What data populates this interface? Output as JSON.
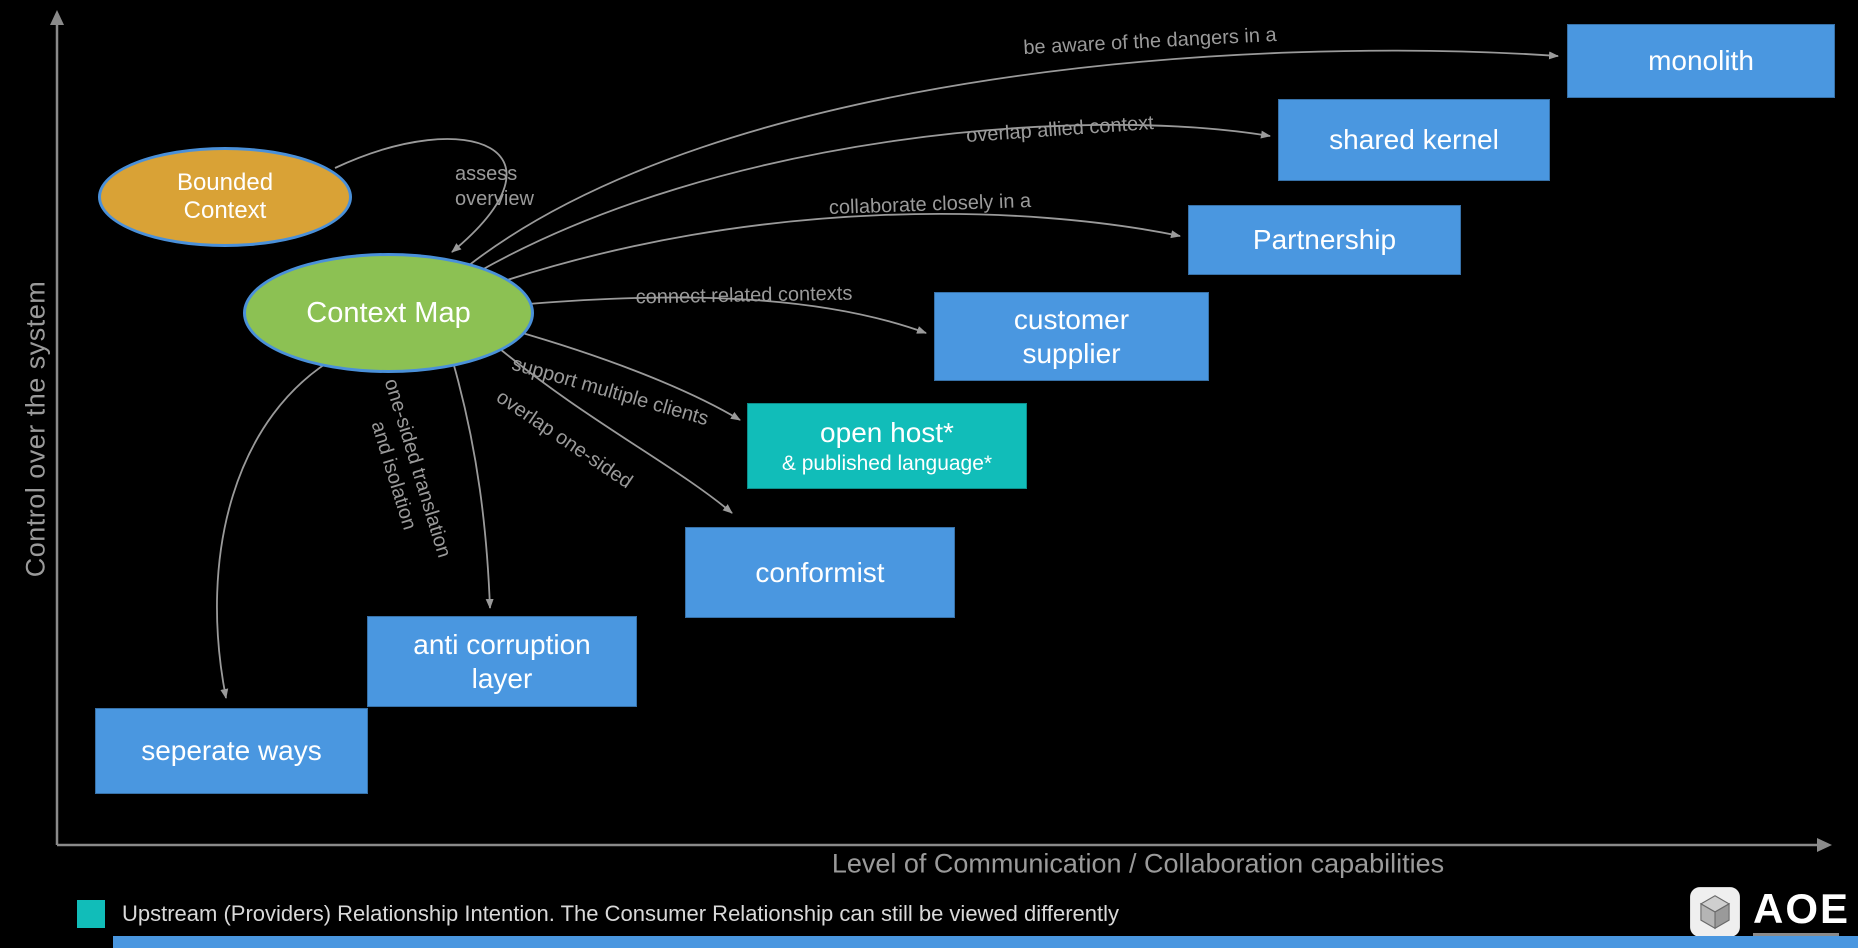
{
  "colors": {
    "background": "#000000",
    "box_blue": "#4a97e0",
    "box_teal": "#11bdb9",
    "bounded_context_fill": "#d9a236",
    "context_map_fill": "#8cc153",
    "ellipse_border": "#4a90d9",
    "arrow_gray": "#9a9a9a"
  },
  "axes": {
    "y_label": "Control over the system",
    "x_label": "Level of Communication / Collaboration capabilities"
  },
  "nodes": {
    "bounded_context": {
      "label": "Bounded\nContext"
    },
    "context_map": {
      "label": "Context Map"
    }
  },
  "boxes": [
    {
      "id": "monolith",
      "label": "monolith"
    },
    {
      "id": "shared-kernel",
      "label": "shared kernel"
    },
    {
      "id": "partnership",
      "label": "Partnership"
    },
    {
      "id": "customer-supplier",
      "label": "customer\nsupplier"
    },
    {
      "id": "open-host",
      "label": "open host*",
      "sublabel": "& published language*"
    },
    {
      "id": "conformist",
      "label": "conformist"
    },
    {
      "id": "anti-corruption-layer",
      "label": "anti corruption\nlayer"
    },
    {
      "id": "separate-ways",
      "label": "seperate ways"
    }
  ],
  "edge_labels": [
    {
      "id": "to-monolith",
      "text": "be aware of the dangers in a"
    },
    {
      "id": "to-shared-kernel",
      "text": "overlap allied context"
    },
    {
      "id": "to-partnership",
      "text": "collaborate closely in a"
    },
    {
      "id": "to-customer-supplier",
      "text": "connect related contexts"
    },
    {
      "id": "to-open-host",
      "text": "support multiple clients"
    },
    {
      "id": "to-conformist",
      "text": "overlap one-sided"
    },
    {
      "id": "to-anti-corruption-layer",
      "text": "one-sided translation\nand isolation"
    },
    {
      "id": "assess-overview",
      "text": "assess\noverview"
    }
  ],
  "legend": {
    "text": "Upstream (Providers) Relationship Intention. The Consumer Relationship can still be viewed differently"
  },
  "logo": {
    "text": "AOE"
  }
}
